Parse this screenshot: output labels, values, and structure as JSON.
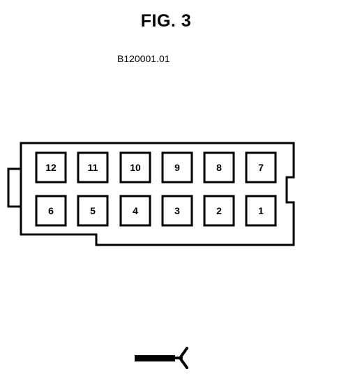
{
  "figure": {
    "title": "FIG. 3",
    "reference_code": "B120001.01"
  },
  "connector": {
    "top_row_pins": [
      "12",
      "11",
      "10",
      "9",
      "8",
      "7"
    ],
    "bottom_row_pins": [
      "6",
      "5",
      "4",
      "3",
      "2",
      "1"
    ]
  }
}
